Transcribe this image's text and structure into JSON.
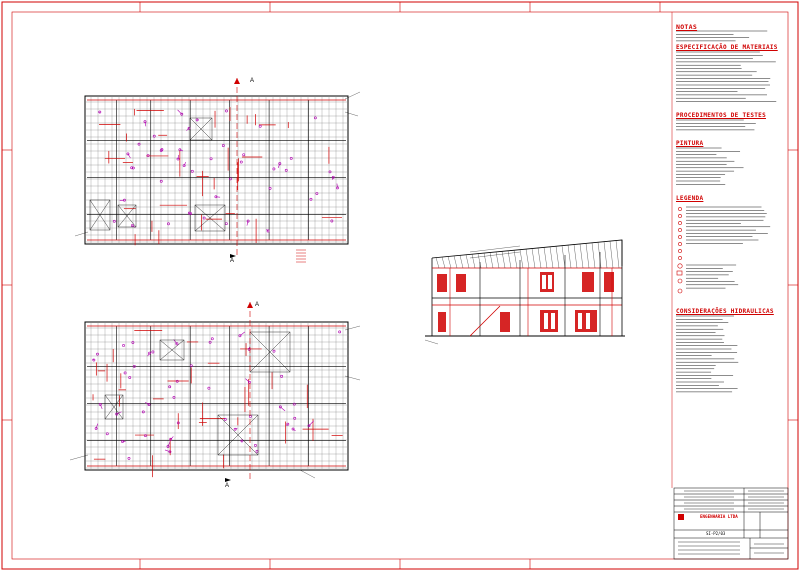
{
  "sections": {
    "notes_title": "NOTAS",
    "materials_title": "ESPECIFICAÇÃO DE MATERIAIS",
    "tests_title": "PROCEDIMENTOS DE TESTES",
    "pintura_title": "PINTURA",
    "legend_title": "LEGENDA",
    "hydraulic_title": "CONSIDERAÇÕES HIDRAULICAS"
  },
  "section_markers": {
    "top": "A",
    "bottom": "A"
  },
  "title_block": {
    "company": "ENGENHARIA LTDA",
    "sheet_code": "SI-P2/03"
  },
  "colors": {
    "frame": "#d00000",
    "structure": "#000000",
    "pipes": "#d00000",
    "sprinklers": "#b000b0",
    "grid": "#7f7f7f"
  }
}
